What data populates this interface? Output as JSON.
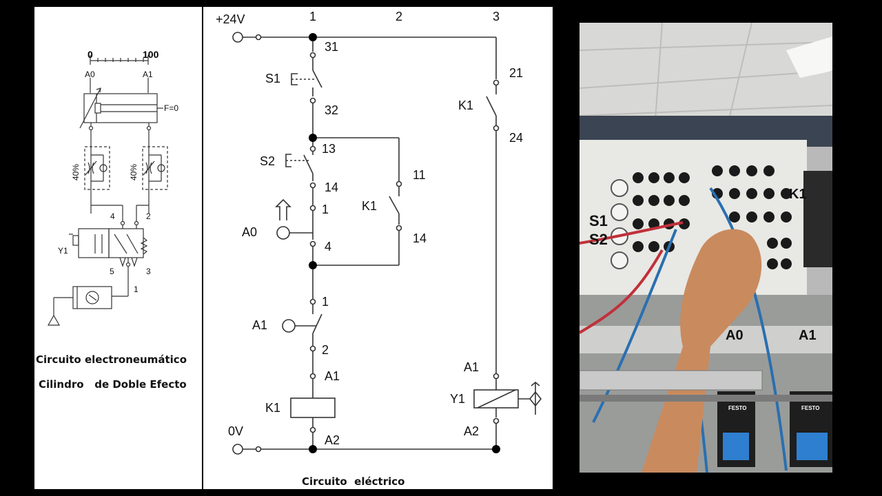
{
  "pneumatic": {
    "scale_min": "0",
    "scale_max": "100",
    "sensor_a0": "A0",
    "sensor_a1": "A1",
    "force_label": "F=0",
    "throttle_left_pct": "40%",
    "throttle_right_pct": "40%",
    "port_4": "4",
    "port_2": "2",
    "port_5": "5",
    "port_3": "3",
    "port_1": "1",
    "valve_label": "Y1",
    "caption_line1": "Circuito electroneumático",
    "caption_line2": "Cilindro   de Doble Efecto"
  },
  "electrical": {
    "supply_pos": "+24V",
    "supply_neg": "0V",
    "column_1": "1",
    "column_2": "2",
    "column_3": "3",
    "s1_label": "S1",
    "s1_term_top": "31",
    "s1_term_bottom": "32",
    "s2_label": "S2",
    "s2_term_top": "13",
    "s2_term_bottom": "14",
    "a0_label": "A0",
    "a0_term_top": "1",
    "a0_term_bottom": "4",
    "a1_label": "A1",
    "a1_term_top": "1",
    "a1_term_bottom": "2",
    "k1_coil_label": "K1",
    "k1_coil_a1": "A1",
    "k1_coil_a2": "A2",
    "k1_self_label": "K1",
    "k1_self_term_top": "11",
    "k1_self_term_bottom": "14",
    "k1_out_label": "K1",
    "k1_out_term_top": "21",
    "k1_out_term_bottom": "24",
    "y1_label": "Y1",
    "y1_a1": "A1",
    "y1_a2": "A2",
    "caption": "Circuito  eléctrico"
  },
  "photo": {
    "module_s1": "S1",
    "module_s2": "S2",
    "module_k1": "K1",
    "cylinder_a0": "A0",
    "cylinder_a1": "A1",
    "brand_left": "FESTO",
    "brand_right": "FESTO"
  },
  "colors": {
    "wire_red": "#c0303a",
    "wire_blue": "#2a6fb0",
    "skin": "#c98a5e",
    "panel": "#e8e8e4"
  }
}
